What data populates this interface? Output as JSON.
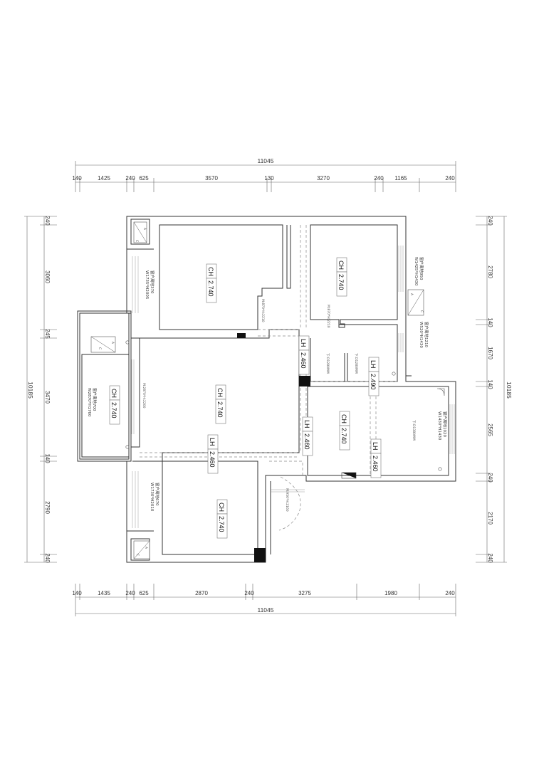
{
  "dimensions": {
    "top": {
      "total": "11045",
      "segments": [
        "140",
        "1425",
        "240",
        "625",
        "3570",
        "130",
        "3270",
        "240",
        "1165",
        "240"
      ]
    },
    "bottom": {
      "total": "11045",
      "segments": [
        "140",
        "1435",
        "240",
        "625",
        "2870",
        "240",
        "3275",
        "1980",
        "240"
      ]
    },
    "left": {
      "total": "10185",
      "segments": [
        "240",
        "3060",
        "245",
        "3470",
        "140",
        "2790",
        "240"
      ]
    },
    "right": {
      "total": "10185",
      "segments": [
        "240",
        "2780",
        "140",
        "1670",
        "140",
        "2565",
        "240",
        "2170",
        "240"
      ]
    }
  },
  "rooms": [
    {
      "id": "bedroom-top-left",
      "tag": "CH",
      "value": "2.740"
    },
    {
      "id": "bedroom-top-right",
      "tag": "CH",
      "value": "2.740"
    },
    {
      "id": "balcony-left",
      "tag": "CH",
      "value": "2.740"
    },
    {
      "id": "living-room",
      "tag": "CH",
      "value": "2.740"
    },
    {
      "id": "kitchen",
      "tag": "CH",
      "value": "2.740"
    },
    {
      "id": "bedroom-bottom-left",
      "tag": "CH",
      "value": "2.740"
    }
  ],
  "beam_tags": [
    {
      "id": "lh-living-right-top",
      "tag": "LH",
      "value": "2.460"
    },
    {
      "id": "lh-living-right-bottom",
      "tag": "LH",
      "value": "2.460"
    },
    {
      "id": "lh-living-bottom",
      "tag": "LH",
      "value": "2.460"
    },
    {
      "id": "lh-corridor",
      "tag": "LH",
      "value": "2.490"
    },
    {
      "id": "lh-kitchen-right",
      "tag": "LH",
      "value": "2.460"
    }
  ],
  "window_notes": [
    {
      "id": "win-top-left",
      "line1": "窗户离地370",
      "line2": "W1735*H2005"
    },
    {
      "id": "win-balcony",
      "line1": "窗户离地700",
      "line2": "W2870*H1760"
    },
    {
      "id": "win-bottom-left",
      "line1": "窗户离地670",
      "line2": "W1730*H2010"
    },
    {
      "id": "win-top-right-1",
      "line1": "窗户离地950",
      "line2": "W1425*H1430"
    },
    {
      "id": "win-top-right-2",
      "line1": "窗户离地1210",
      "line2": "W520*H1430"
    },
    {
      "id": "win-kitchen",
      "line1": "窗户离地1020",
      "line2": "W1430*H1430"
    }
  ],
  "door_notes": [
    {
      "id": "door-bedroom-top-left",
      "text": "M:870*H:2210"
    },
    {
      "id": "door-bedroom-top-right",
      "text": "M:870*H:2210"
    },
    {
      "id": "door-balcony",
      "text": "M:2870*H:2200"
    },
    {
      "id": "door-entry",
      "text": "M:950*H:2160"
    }
  ],
  "beam_notes": [
    {
      "id": "beam-1",
      "text": "下:D1280MM"
    },
    {
      "id": "beam-2",
      "text": "下:D1280MM"
    },
    {
      "id": "beam-kitchen",
      "text": "下:D1380MM"
    }
  ],
  "ac_units": [
    {
      "id": "ac-top-left",
      "a": "A",
      "c": "C"
    },
    {
      "id": "ac-balcony",
      "a": "A",
      "c": "C"
    },
    {
      "id": "ac-bottom-left",
      "a": "A",
      "c": "C"
    },
    {
      "id": "ac-right",
      "a": "A",
      "c": "C"
    }
  ]
}
